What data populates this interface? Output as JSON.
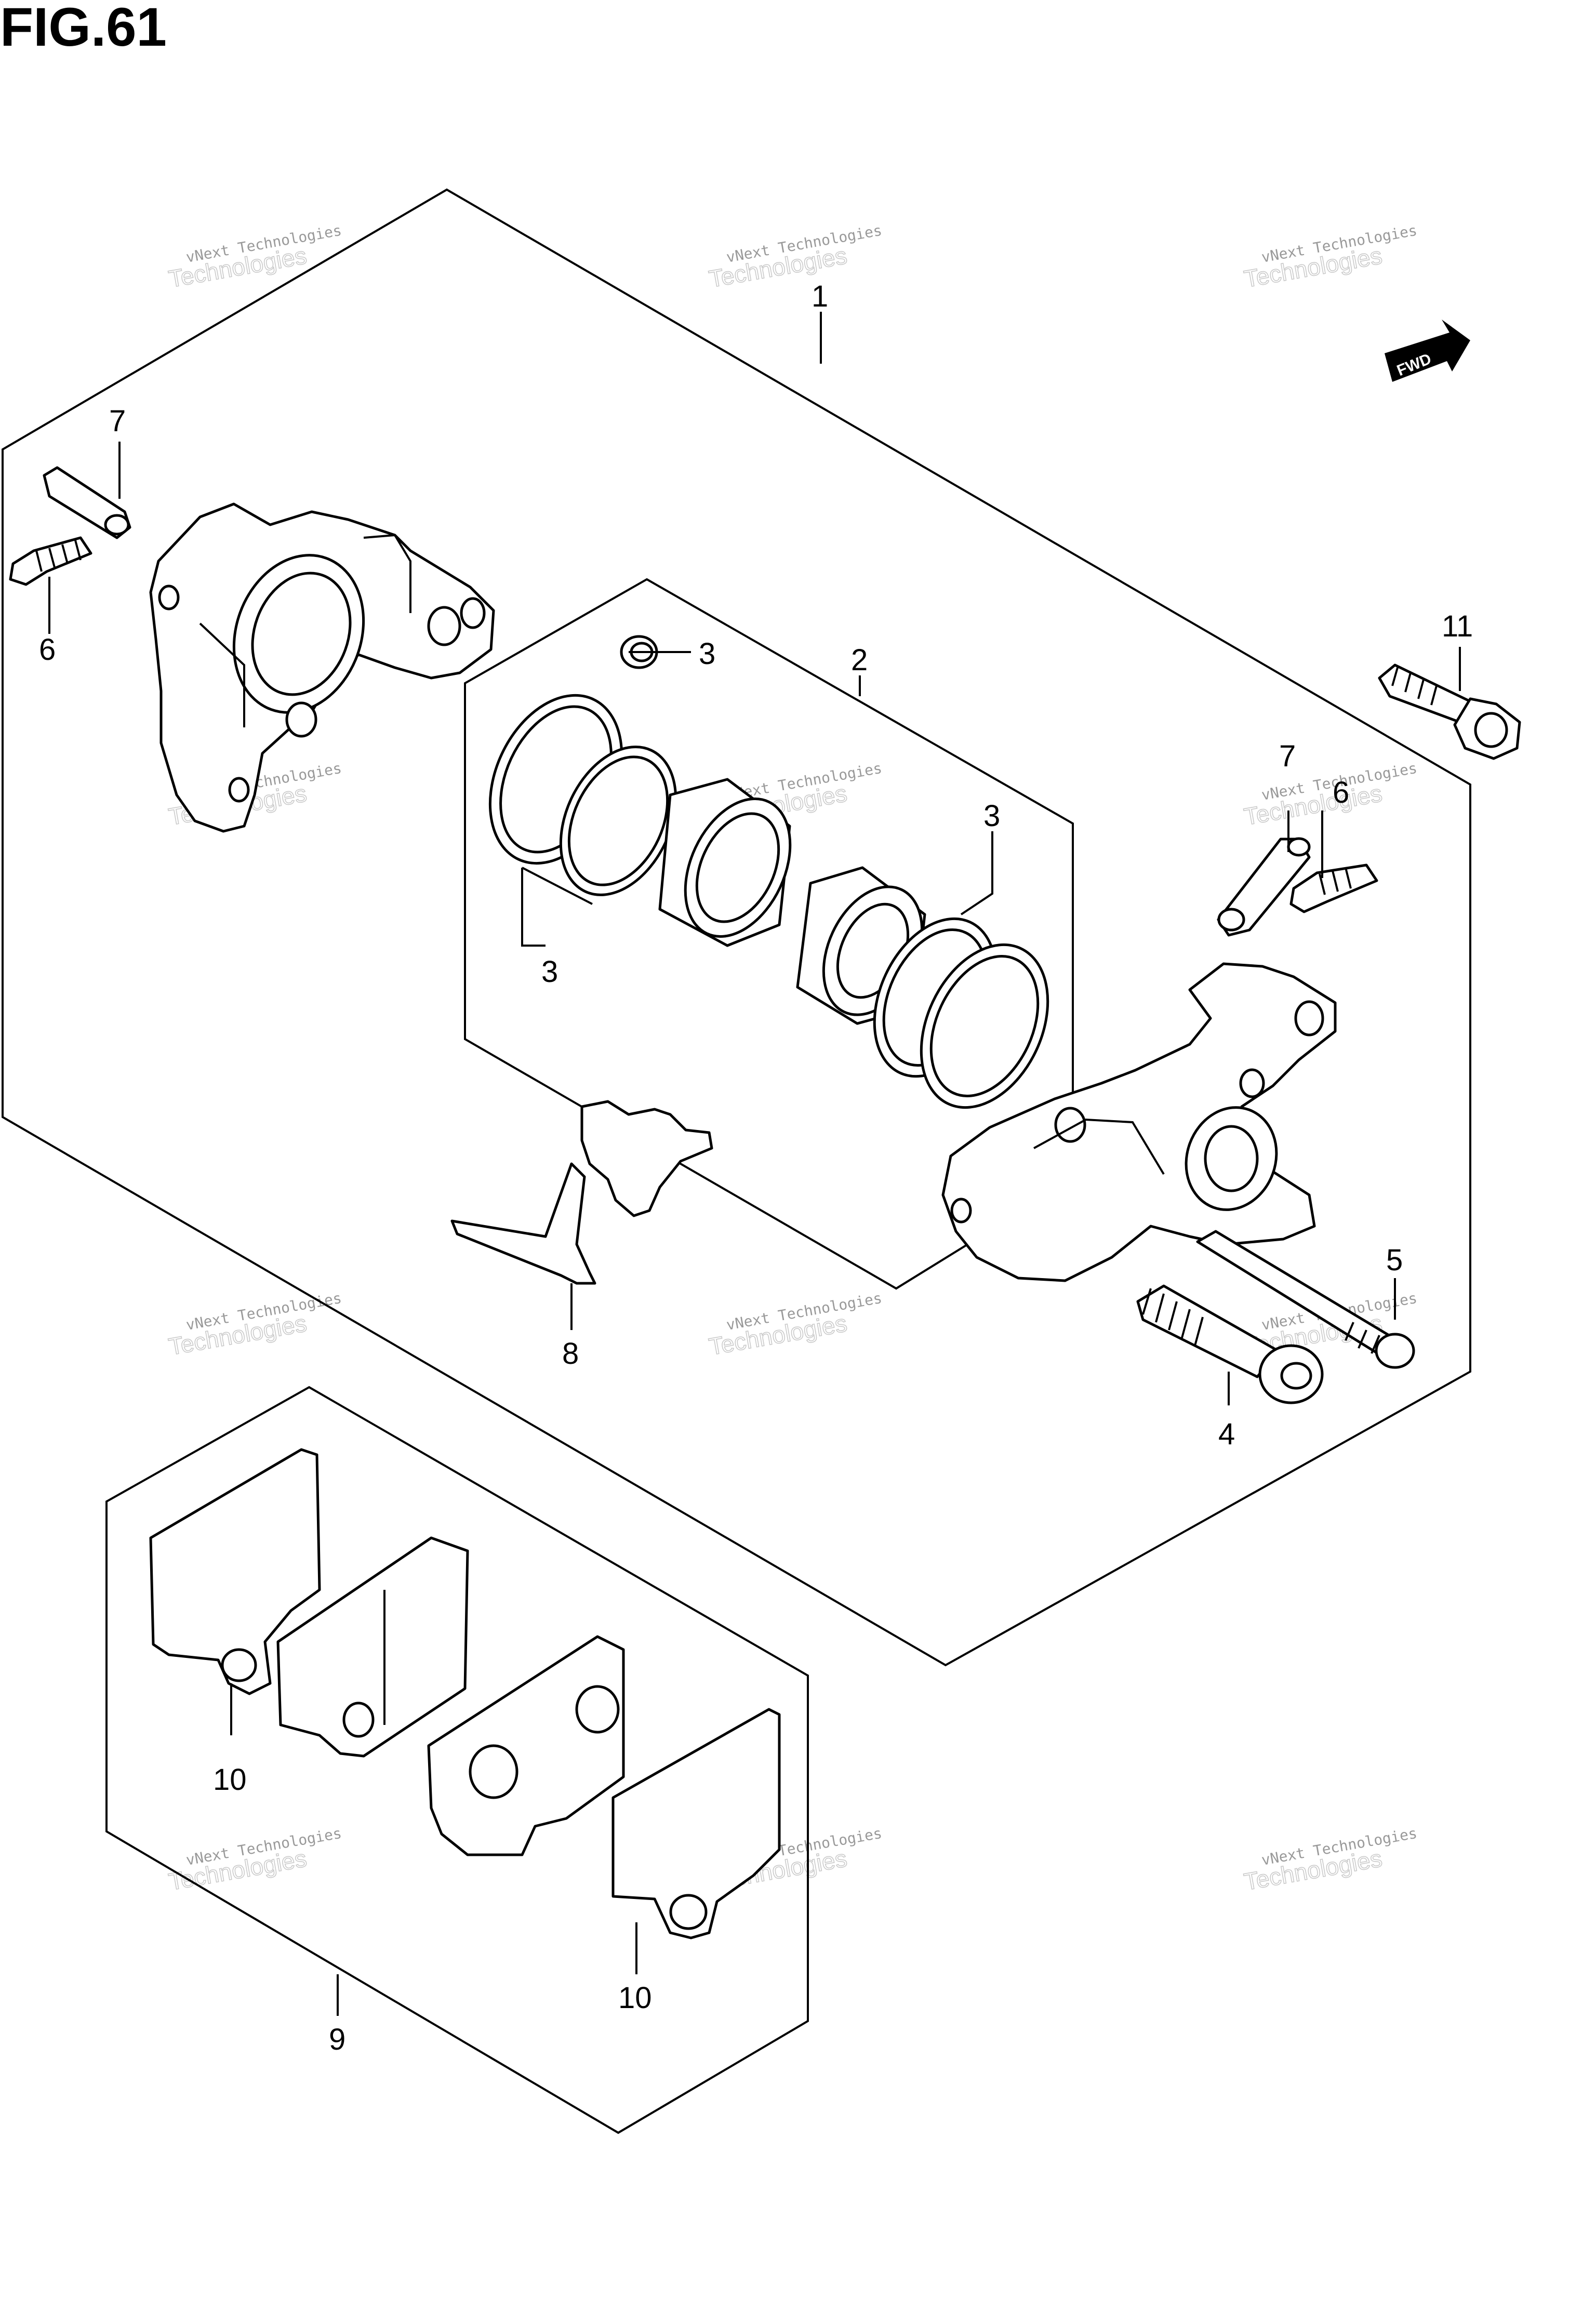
{
  "figure": {
    "title": "FIG.61"
  },
  "fwd_label": "FWD",
  "watermark": {
    "line1": "vNext Technologies",
    "line2": "Technologies"
  },
  "callouts": {
    "c1": "1",
    "c2": "2",
    "c3a": "3",
    "c3b": "3",
    "c3c": "3",
    "c4": "4",
    "c5": "5",
    "c6a": "6",
    "c6b": "6",
    "c7a": "7",
    "c7b": "7",
    "c8": "8",
    "c9": "9",
    "c10a": "10",
    "c10b": "10",
    "c11": "11"
  },
  "icons": [
    "fwd-arrow-icon"
  ]
}
